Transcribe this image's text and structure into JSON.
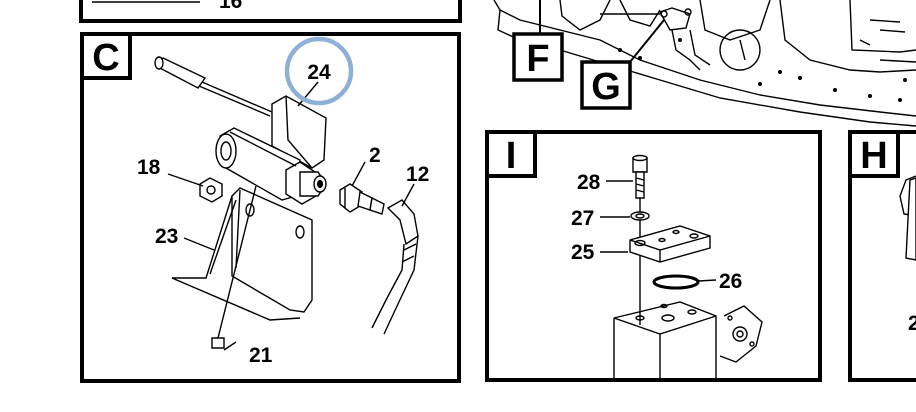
{
  "panels": {
    "c": {
      "tag": "C"
    },
    "i": {
      "tag": "I"
    },
    "h": {
      "tag": "H"
    },
    "top_left": {
      "partial_label": "16"
    }
  },
  "callouts": {
    "f": "F",
    "g": "G"
  },
  "panel_c_labels": {
    "p24": "24",
    "p2": "2",
    "p12": "12",
    "p18": "18",
    "p23": "23",
    "p21": "21"
  },
  "panel_i_labels": {
    "p28": "28",
    "p27": "27",
    "p25": "25",
    "p26": "26"
  },
  "panel_h_labels": {
    "partial": "2"
  },
  "highlight": {
    "target": "24",
    "color": "#8fb0d6"
  }
}
